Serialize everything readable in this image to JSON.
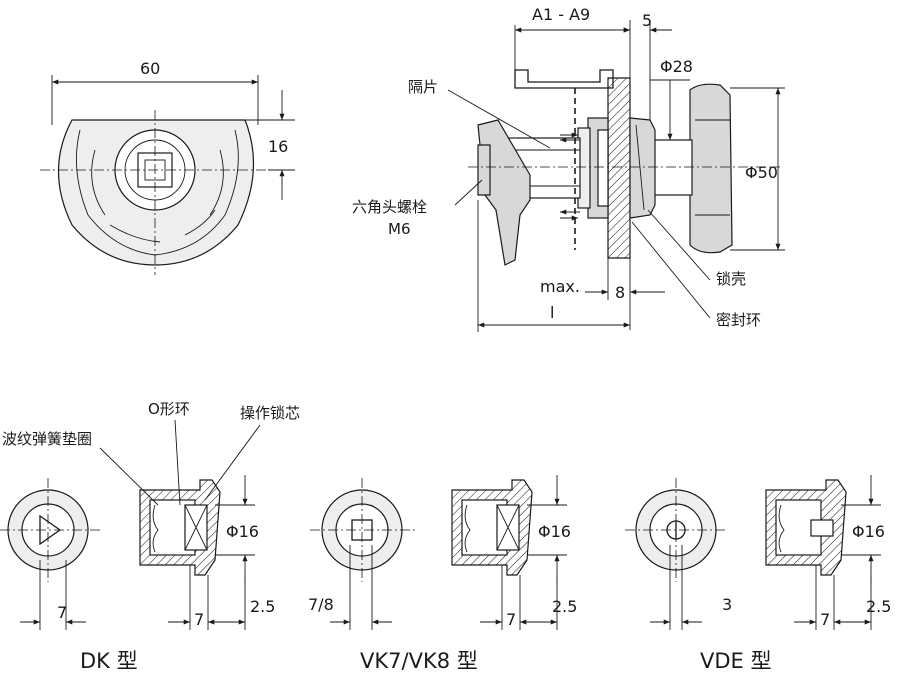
{
  "dimensions": {
    "width_60": "60",
    "height_16": "16",
    "a_range": "A1 - A9",
    "five": "5",
    "phi28": "Φ28",
    "phi50": "Φ50",
    "max": "max.",
    "eight": "8",
    "l": "l",
    "phi16": "Φ16",
    "seven": "7",
    "two_five": "2.5",
    "seven_eight": "7/8",
    "three": "3"
  },
  "labels": {
    "spacer": "隔片",
    "hex_bolt": "六角头螺栓",
    "m6": "M6",
    "lock_housing": "锁壳",
    "seal_ring": "密封环",
    "wave_spring": "波纹弹簧垫圈",
    "o_ring": "O形环",
    "lock_core": "操作锁芯"
  },
  "captions": {
    "dk": "DK 型",
    "vk": "VK7/VK8 型",
    "vde": "VDE 型"
  }
}
